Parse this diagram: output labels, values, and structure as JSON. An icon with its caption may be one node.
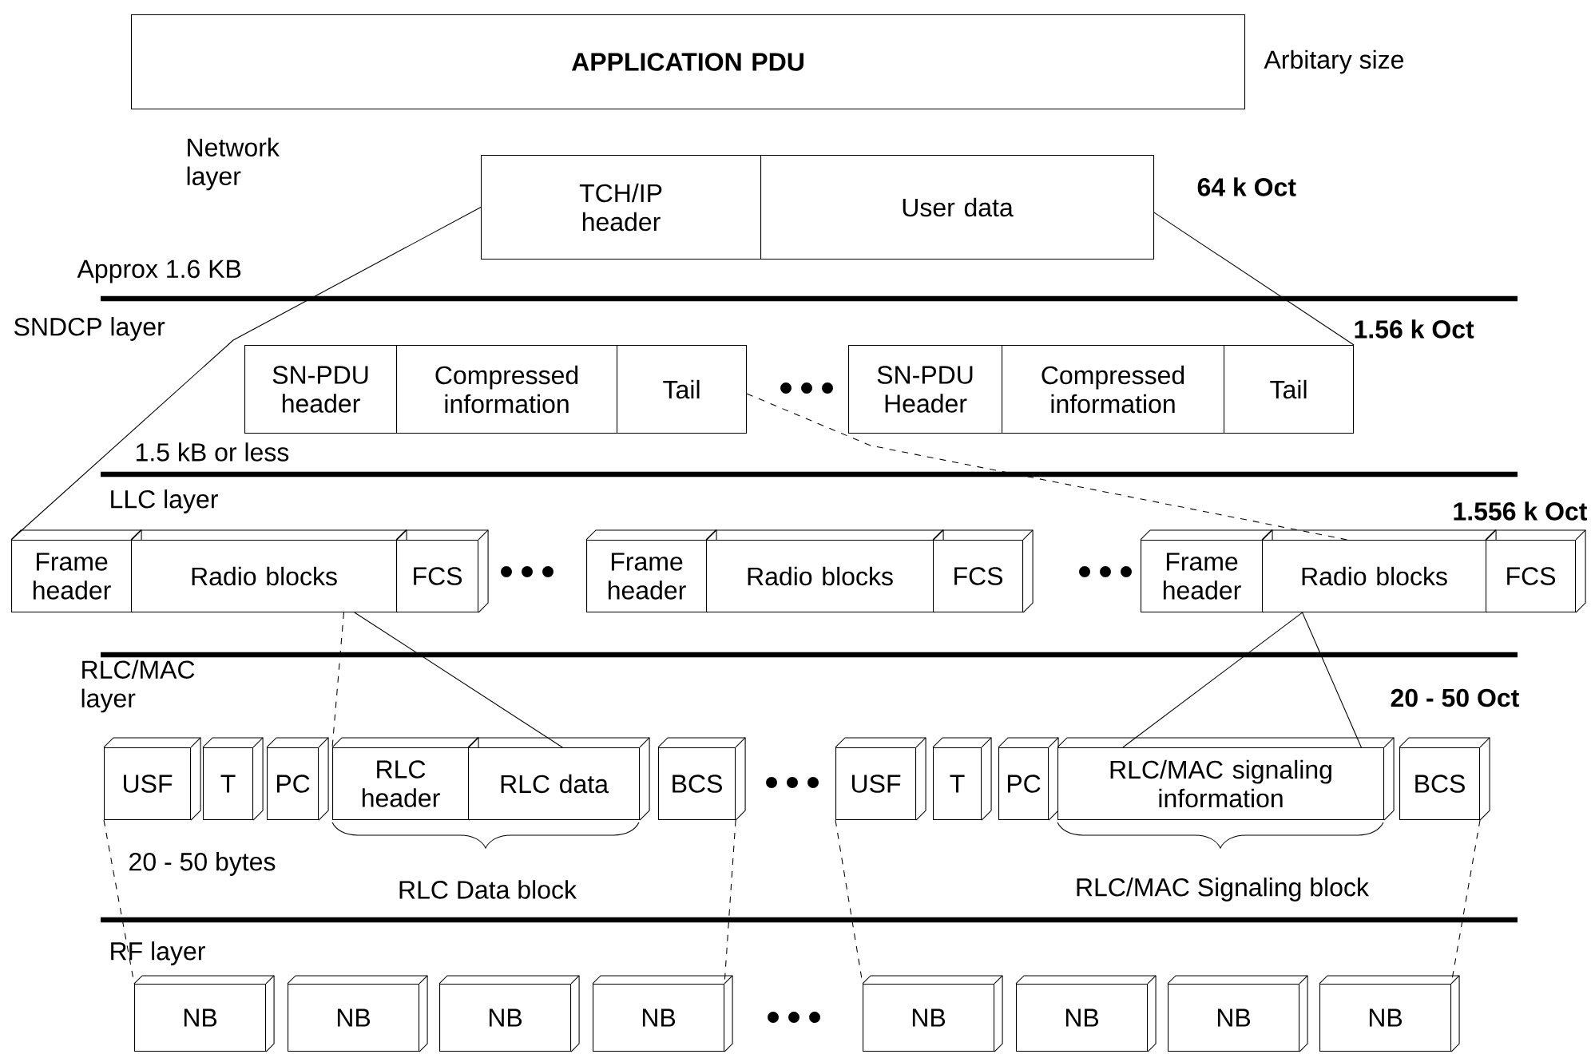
{
  "diagram": {
    "nodes": [
      {
        "text": [
          "APPLICATION PDU"
        ],
        "beside": [
          "Arbitary size"
        ]
      },
      {
        "text": [
          "TCH/IP header"
        ]
      },
      {
        "text": [
          "User data"
        ]
      },
      {
        "text": [
          "SN-PDU header"
        ]
      },
      {
        "text": [
          "Compressed information"
        ]
      },
      {
        "text": [
          "Tail"
        ]
      },
      {
        "text": [
          "SN-PDU Header"
        ]
      },
      {
        "text": [
          "Compressed information"
        ]
      },
      {
        "text": [
          "Tail"
        ]
      },
      {
        "text": [
          "Frame header"
        ]
      },
      {
        "text": [
          "Radio blocks"
        ]
      },
      {
        "text": [
          "FCS"
        ]
      },
      {
        "text": [
          "Frame header"
        ]
      },
      {
        "text": [
          "Radio blocks"
        ]
      },
      {
        "text": [
          "FCS"
        ]
      },
      {
        "text": [
          "Frame header"
        ]
      },
      {
        "text": [
          "Radio blocks"
        ]
      },
      {
        "text": [
          "FCS"
        ]
      },
      {
        "text": [
          "USF"
        ]
      },
      {
        "text": [
          "T"
        ]
      },
      {
        "text": [
          "PC"
        ]
      },
      {
        "text": [
          "RLC header"
        ]
      },
      {
        "text": [
          "RLC data"
        ]
      },
      {
        "text": [
          "BCS"
        ]
      },
      {
        "text": [
          "USF"
        ]
      },
      {
        "text": [
          "T"
        ]
      },
      {
        "text": [
          "PC"
        ]
      },
      {
        "text": [
          "RLC/MAC signaling information"
        ]
      },
      {
        "text": [
          "BCS"
        ]
      },
      {
        "text": [
          "NB"
        ]
      },
      {
        "text": [
          "NB"
        ]
      },
      {
        "text": [
          "NB"
        ]
      },
      {
        "text": [
          "NB"
        ]
      },
      {
        "text": [
          "NB"
        ]
      },
      {
        "text": [
          "NB"
        ]
      },
      {
        "text": [
          "NB"
        ]
      },
      {
        "text": [
          "NB"
        ]
      }
    ],
    "edges": [
      {
        "from": 1,
        "to": 9,
        "arrow": "none"
      },
      {
        "from": 2,
        "to": 8,
        "arrow": "none"
      },
      {
        "from": 5,
        "to": 16,
        "arrow": "none",
        "style": "dashed"
      },
      {
        "from": 10,
        "to": 21,
        "arrow": "none",
        "style": "dashed"
      },
      {
        "from": 10,
        "to": 22,
        "arrow": "none"
      },
      {
        "from": 16,
        "to": 27,
        "arrow": "none"
      },
      {
        "from": 16,
        "to": 27,
        "arrow": "none"
      },
      {
        "from": 18,
        "to": 29,
        "arrow": "none",
        "style": "dashed"
      },
      {
        "from": 23,
        "to": 32,
        "arrow": "none",
        "style": "dashed"
      },
      {
        "from": 24,
        "to": 33,
        "arrow": "none",
        "style": "dashed"
      },
      {
        "from": 28,
        "to": 36,
        "arrow": "none",
        "style": "dashed"
      }
    ],
    "labels": [
      "Network layer",
      "64 k Oct",
      "Approx 1.6 KB",
      "SNDCP layer",
      "1.56 k Oct",
      "1.5 kB or less",
      "LLC layer",
      "1.556 k Oct",
      "RLC/MAC layer",
      "20 - 50 Oct",
      "20 - 50 bytes",
      "RLC Data block",
      "RLC/MAC Signaling block",
      "RF layer"
    ]
  }
}
